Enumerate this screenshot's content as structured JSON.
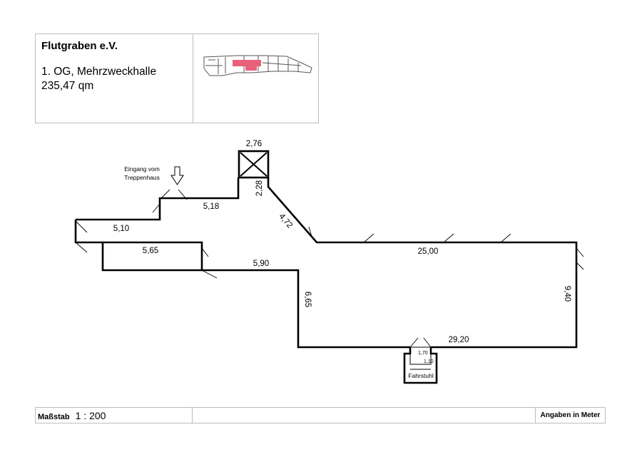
{
  "header": {
    "organization": "Flutgraben e.V.",
    "floor_room": "1. OG, Mehrzweckhalle",
    "area": "235,47 qm"
  },
  "plan": {
    "entrance_label_line1": "Eingang vom",
    "entrance_label_line2": "Treppenhaus",
    "dimensions": {
      "d_2_76": "2,76",
      "d_2_28": "2,28",
      "d_5_18": "5,18",
      "d_4_72": "4,72",
      "d_5_10": "5,10",
      "d_5_65": "5,65",
      "d_5_90": "5,90",
      "d_25_00": "25,00",
      "d_9_40": "9,40",
      "d_6_65": "6,65",
      "d_29_20": "29,20"
    },
    "elevator": {
      "label": "Fahrstuhl",
      "dim_a": "1,70",
      "dim_b": "1,10"
    },
    "colors": {
      "walls": "#000000",
      "highlight": "#e8607a"
    }
  },
  "footer": {
    "scale_label": "Maßstab",
    "scale_value": "1 : 200",
    "units_note": "Angaben in Meter"
  }
}
